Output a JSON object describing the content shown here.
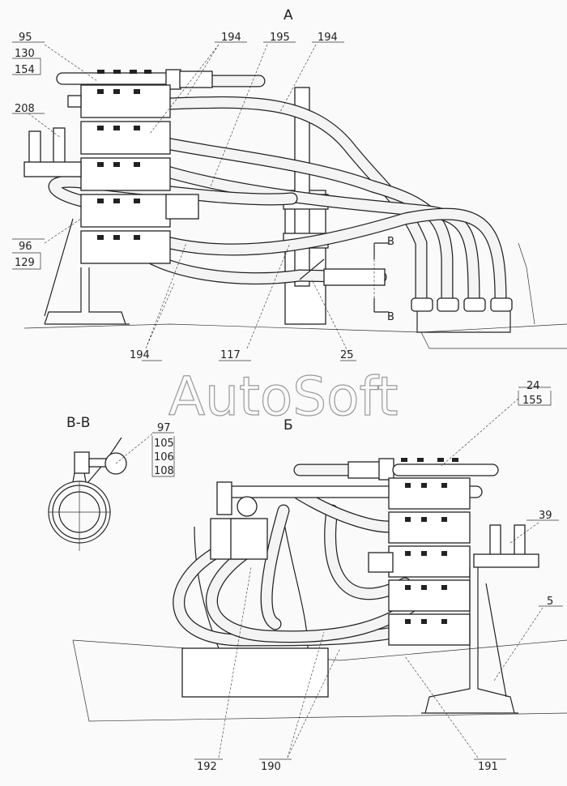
{
  "view_a": {
    "title": "A",
    "labels": {
      "l95": "95",
      "l130": "130",
      "l154": "154",
      "l194a": "194",
      "l195": "195",
      "l194b": "194",
      "l208": "208",
      "l96": "96",
      "l129": "129",
      "lB1": "В",
      "lB2": "В",
      "l194c": "194",
      "l117": "117",
      "l25": "25"
    }
  },
  "watermark": "AutoSoft",
  "section_bb": {
    "title": "В-В",
    "labels": {
      "l97": "97",
      "l105": "105",
      "l106": "106",
      "l108": "108"
    }
  },
  "view_b": {
    "title": "Б",
    "labels": {
      "l24": "24",
      "l155": "155",
      "l39": "39",
      "l5": "5",
      "l192": "192",
      "l190": "190",
      "l191": "191"
    }
  }
}
